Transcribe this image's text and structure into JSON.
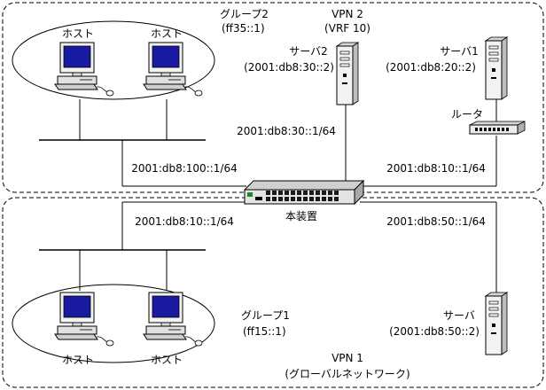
{
  "vpn2": {
    "title": "VPN 2",
    "vrf": "(VRF 10)",
    "group": {
      "name": "グループ2",
      "addr": "(ff35::1)"
    },
    "host_labels": [
      "ホスト",
      "ホスト"
    ],
    "server2": {
      "name": "サーバ2",
      "addr": "(2001:db8:30::2)"
    },
    "server1": {
      "name": "サーバ1",
      "addr": "(2001:db8:20::2)"
    },
    "router": {
      "name": "ルータ"
    },
    "subnet_server2": "2001:db8:30::1/64",
    "subnet_hosts": "2001:db8:100::1/64",
    "subnet_router": "2001:db8:10::1/64"
  },
  "device": {
    "name": "本装置"
  },
  "vpn1": {
    "title": "VPN 1",
    "subtitle": "(グローバルネットワーク)",
    "group": {
      "name": "グループ1",
      "addr": "(ff15::1)"
    },
    "host_labels": [
      "ホスト",
      "ホスト"
    ],
    "server": {
      "name": "サーバ",
      "addr": "(2001:db8:50::2)"
    },
    "subnet_hosts": "2001:db8:10::1/64",
    "subnet_server": "2001:db8:50::1/64"
  },
  "icons": {
    "host": "desktop-computer-icon",
    "server": "tower-server-icon",
    "router": "router-icon",
    "switch": "network-switch-icon"
  }
}
